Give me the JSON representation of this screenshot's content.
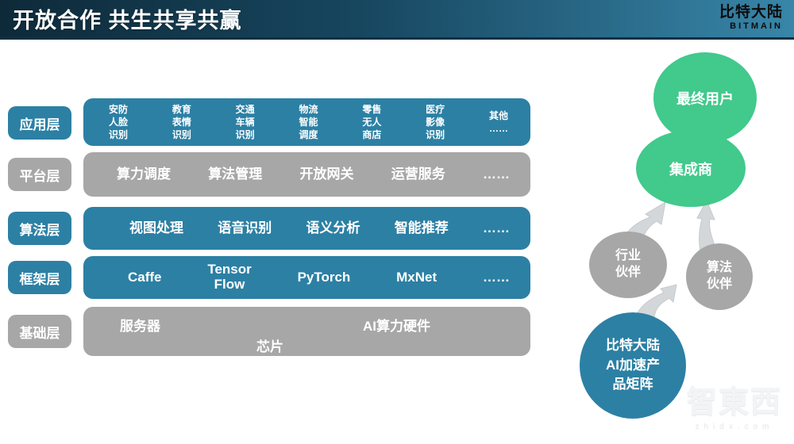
{
  "header": {
    "title": "开放合作 共生共享共赢",
    "logo_line1": "比特大陆",
    "logo_line2": "BITMAIN"
  },
  "colors": {
    "teal": "#2c80a4",
    "gray": "#a7a7a7",
    "green": "#42c98c",
    "arrow": "#d4d7da",
    "header_gradient_start": "#0e2a39",
    "header_gradient_end": "#3886a9"
  },
  "layers": [
    {
      "label": "应用层",
      "color": "#2c80a4",
      "items": [
        "安防\n人脸\n识别",
        "教育\n表情\n识别",
        "交通\n车辆\n识别",
        "物流\n智能\n调度",
        "零售\n无人\n商店",
        "医疗\n影像\n识别",
        "其他\n……"
      ]
    },
    {
      "label": "平台层",
      "color": "#a7a7a7",
      "items": [
        "算力调度",
        "算法管理",
        "开放网关",
        "运营服务",
        "……"
      ]
    },
    {
      "label": "算法层",
      "color": "#2c80a4",
      "items": [
        "视图处理",
        "语音识别",
        "语义分析",
        "智能推荐",
        "……"
      ]
    },
    {
      "label": "框架层",
      "color": "#2c80a4",
      "items": [
        "Caffe",
        "Tensor\nFlow",
        "PyTorch",
        "MxNet",
        "……"
      ]
    },
    {
      "label": "基础层",
      "color": "#a7a7a7",
      "items": [
        "服务器",
        "AI算力硬件",
        "芯片"
      ]
    }
  ],
  "ecosystem": {
    "end_user": "最终用户",
    "integrator": "集成商",
    "industry_partner": "行业\n伙伴",
    "algorithm_partner": "算法\n伙伴",
    "bitmain_matrix": "比特大陆\nAI加速产\n品矩阵"
  },
  "watermark": {
    "logo": "智東西",
    "url": "zhidx.com"
  }
}
